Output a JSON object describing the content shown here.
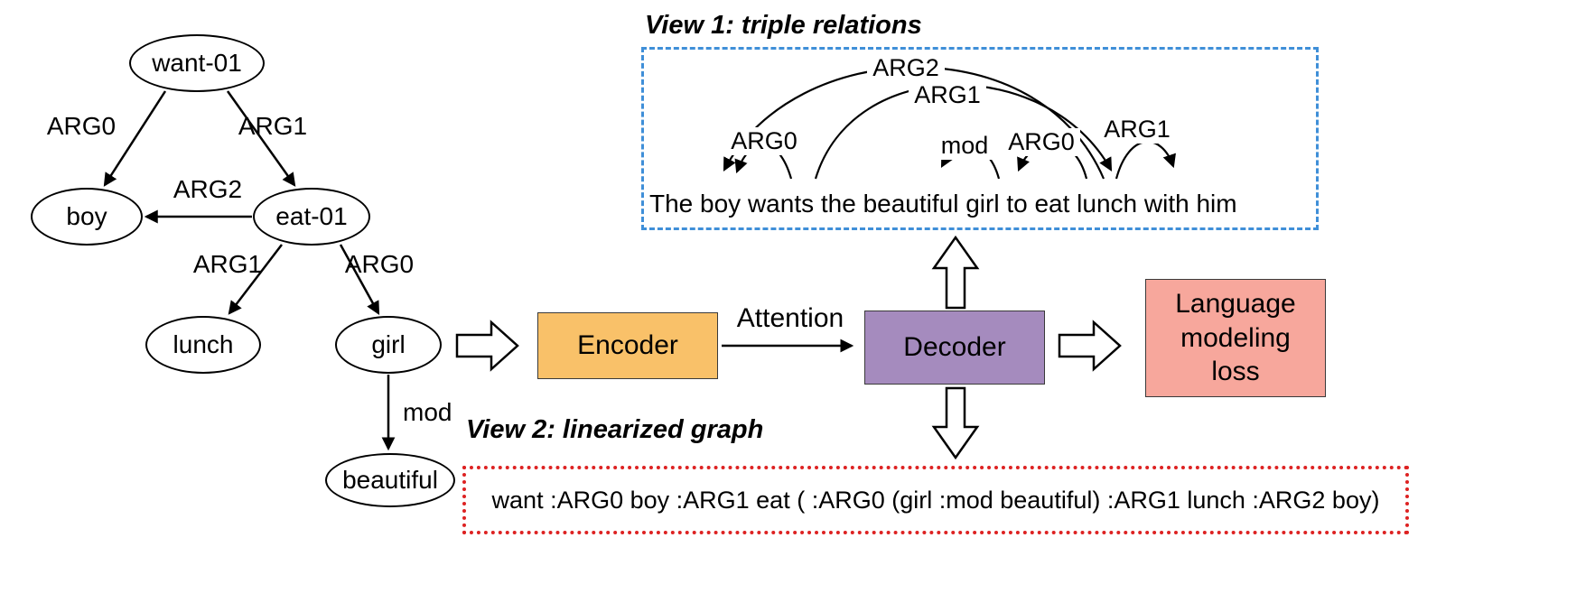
{
  "amr_graph": {
    "nodes": [
      {
        "id": "want",
        "label": "want-01"
      },
      {
        "id": "boy",
        "label": "boy"
      },
      {
        "id": "eat",
        "label": "eat-01"
      },
      {
        "id": "lunch",
        "label": "lunch"
      },
      {
        "id": "girl",
        "label": "girl"
      },
      {
        "id": "beautiful",
        "label": "beautiful"
      }
    ],
    "edges": [
      {
        "from": "want-01",
        "to": "boy",
        "label": "ARG0"
      },
      {
        "from": "want-01",
        "to": "eat-01",
        "label": "ARG1"
      },
      {
        "from": "eat-01",
        "to": "boy",
        "label": "ARG2"
      },
      {
        "from": "eat-01",
        "to": "lunch",
        "label": "ARG1"
      },
      {
        "from": "eat-01",
        "to": "girl",
        "label": "ARG0"
      },
      {
        "from": "girl",
        "to": "beautiful",
        "label": "mod"
      }
    ]
  },
  "pipeline": {
    "encoder_label": "Encoder",
    "attention_label": "Attention",
    "decoder_label": "Decoder",
    "loss_label": "Language modeling loss",
    "colors": {
      "encoder_fill": "#F9C169",
      "decoder_fill": "#A58BBE",
      "loss_fill": "#F7A79C"
    }
  },
  "view1": {
    "title": "View 1: triple relations",
    "sentence": "The boy wants the beautiful girl to eat lunch with him",
    "border_color": "#3F8FD8",
    "arcs": [
      {
        "label": "ARG2",
        "from": "eat",
        "to": "boy"
      },
      {
        "label": "ARG1",
        "from": "wants",
        "to": "eat"
      },
      {
        "label": "ARG0",
        "from": "wants",
        "to": "boy"
      },
      {
        "label": "mod",
        "from": "girl",
        "to": "beautiful"
      },
      {
        "label": "ARG0",
        "from": "eat",
        "to": "girl"
      },
      {
        "label": "ARG1",
        "from": "eat",
        "to": "lunch"
      }
    ]
  },
  "view2": {
    "title": "View 2: linearized graph",
    "border_color": "#DD2222",
    "text": "want :ARG0 boy :ARG1 eat ( :ARG0 (girl :mod beautiful) :ARG1 lunch :ARG2 boy)"
  }
}
